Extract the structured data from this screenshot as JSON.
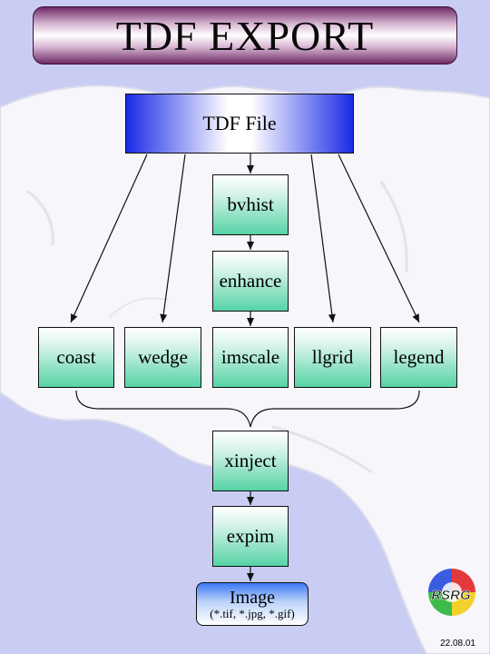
{
  "title": "TDF EXPORT",
  "source": {
    "label": "TDF File"
  },
  "pipeline": {
    "step1": "bvhist",
    "step2": "enhance"
  },
  "modules": [
    "coast",
    "wedge",
    "imscale",
    "llgrid",
    "legend"
  ],
  "merge": {
    "step1": "xinject",
    "step2": "expim"
  },
  "output": {
    "title": "Image",
    "formats": "(*.tif, *.jpg, *.gif)"
  },
  "logo_text": "RSRG",
  "date": "22.08.01",
  "colors": {
    "background": "#c9cdf3",
    "title_gradient_edge": "#6e2a66",
    "file_gradient_edge": "#1a2be6",
    "module_gradient_bottom": "#56d3a6",
    "image_gradient_top": "#3d79f5"
  }
}
